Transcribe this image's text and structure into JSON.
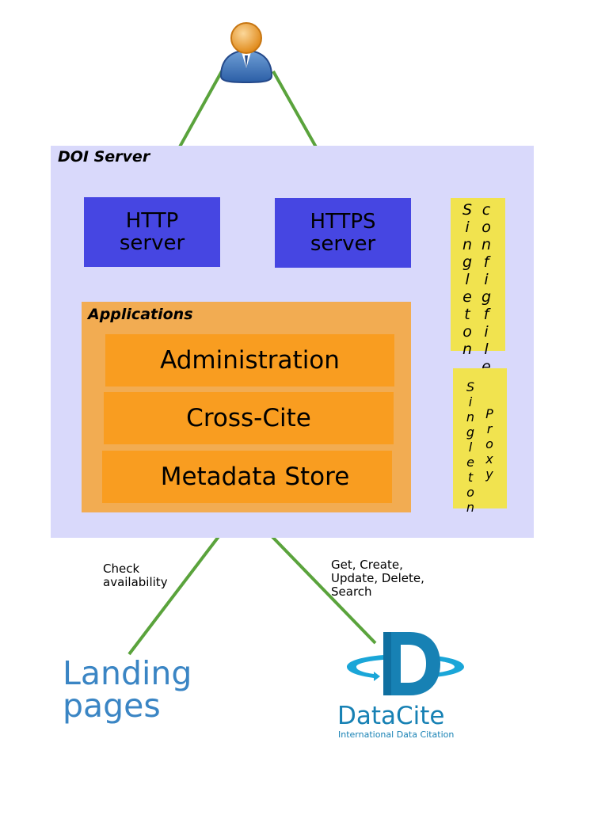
{
  "user_icon": "person-icon",
  "doi_server": {
    "title": "DOI Server"
  },
  "http_server": {
    "line1": "HTTP",
    "line2": "server"
  },
  "https_server": {
    "line1": "HTTPS",
    "line2": "server"
  },
  "applications": {
    "title": "Applications",
    "items": [
      "Administration",
      "Cross-Cite",
      "Metadata Store"
    ]
  },
  "singleton_config": {
    "col1": "Singleton",
    "col2": "config file"
  },
  "singleton_proxy": {
    "col1": "Singleton",
    "col2": "Proxy"
  },
  "edges": {
    "check_label": [
      "Check",
      "availability"
    ],
    "ops_label": [
      "Get, Create,",
      "Update, Delete,",
      "Search"
    ]
  },
  "landing_pages": [
    "Landing",
    "pages"
  ],
  "datacite": {
    "logo_icon": "datacite-logo-icon",
    "name": "DataCite",
    "tagline": "International Data Citation"
  },
  "colors": {
    "panel": "#d9d9fb",
    "server": "#4646e2",
    "apps": "#f2ac52",
    "app": "#f99d20",
    "singleton": "#f1e34f",
    "edge": "#5aa33c",
    "landing": "#3a85c4",
    "datacite": "#1781b4"
  }
}
